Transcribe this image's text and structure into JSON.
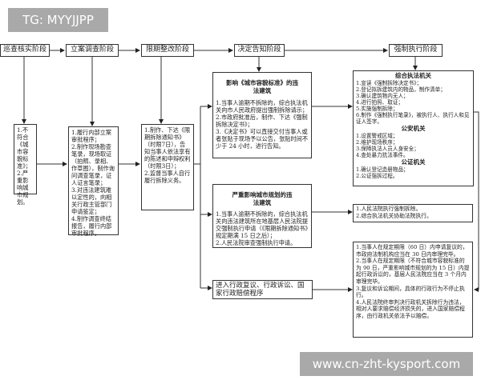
{
  "watermarks": {
    "top": "TG: MYYJJPP",
    "bottom": "www.cn-zht-kysport.com"
  },
  "stages": [
    "巡查核实阶段",
    "立案调查阶段",
    "限期整改阶段",
    "决定告知阶段",
    "强制执行阶段"
  ],
  "patrol_box": [
    "1.不符合《城市容貌标准》；",
    "2.严重影响城市规划。"
  ],
  "investigation_box": [
    "1.履行内部立案审批程序；",
    "2.制作现场勘查笔录，现场取证（拍照、录相、作草图），制作询问调查笔录，证人证言笔录；",
    "3.对违法建筑难以定性的，向相关行政主管部门申请鉴定；",
    "4.制作调查终结报告，履行内部审批程序。"
  ],
  "rectify_box": [
    "1.制作、下达《限期拆除通知书》（时限7日），告知当事人依法享有的陈述和申辩权利（时限3日）；",
    "2.监督当事人自行履行拆除义务。"
  ],
  "decision_a": {
    "title": "影响《城市容貌标准》的违法建筑",
    "items": [
      "1.当事人逾期不拆除的，综合执法机关向市人民政府提出强制拆除请示；",
      "2.市政府批准后，制作、下达《强制拆除决定书》；",
      "3.《决定书》可以直接交付当事人或者张贴于现场予以公告，张贴时间不少于 24 小时，进行告知。"
    ]
  },
  "decision_b": {
    "title": "严重影响城市规划的违法建筑",
    "items": [
      "1.当事人逾期不拆除的，综合执法机关向违法建筑所在地基层人民法院提交强制执行申请（《限期拆除通知书》规定期满 15 日之后）；",
      "2.人民法院审查强制执行申请。"
    ]
  },
  "decision_c": "进入行政复议、行政诉讼、国家行政赔偿程序",
  "enforce_main": [
    {
      "title": "综合执法机关",
      "items": [
        "1.宣读《强制拆除决定书》；",
        "2.登记拟拆建筑内的物品，制作清单；",
        "3.确认建筑物内无人；",
        "4.进行拍照、取证；",
        "5.实施强制拆除；",
        "6.制作《强制执行笔录》，被执行人、执行人和见证人签字。"
      ]
    },
    {
      "title": "公安机关",
      "items": [
        "1.设置警戒区域；",
        "2.维护现场秩序；",
        "3.保障执法人员人身安全；",
        "4.查处暴力抗法事件。"
      ]
    },
    {
      "title": "公证机关",
      "items": [
        "1.确认登记造册物品；",
        "2.公证强拆过程。"
      ]
    }
  ],
  "enforce_court": [
    "1.人民法院执行强制拆除。",
    "2.综合执法机关协助法院执行。"
  ],
  "enforce_review": [
    "1.当事人在规定期限（60 日）内申请复议的，市政府法制机构应当在 30 日内审理完毕。",
    "2.当事人在规定期限（不符合城市容貌标准的为 90 日，严重影响城市规划的为 15 日）内提起行政诉讼的，基层人民法院应当在 3 个月内审理完毕。",
    "3.复议和诉讼期间，具体的行政行为不停止执行。",
    "4.人民法院终审判决行政机关拆除行为违法，相对人要求赔偿经济损失的，进入国家赔偿程序，由行政机关依法予以赔偿。"
  ]
}
